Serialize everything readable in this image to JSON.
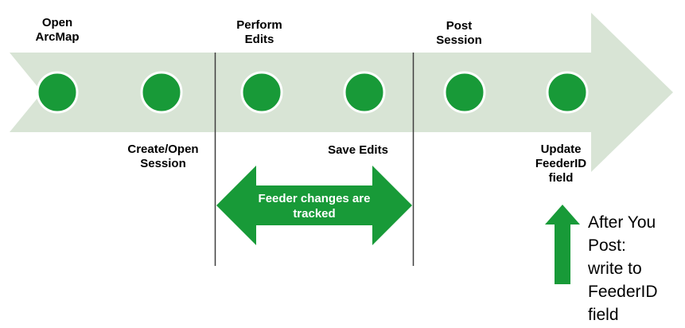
{
  "colors": {
    "band_green": "#d8e4d5",
    "accent_green": "#189a38",
    "divider_line": "#3f3f3f",
    "circle_ring": "#ffffff"
  },
  "timeline": {
    "steps": [
      {
        "id": "open-arcmap",
        "label": "Open\nArcMap",
        "label_position": "above"
      },
      {
        "id": "create-open-session",
        "label": "Create/Open\nSession",
        "label_position": "below"
      },
      {
        "id": "perform-edits",
        "label": "Perform\nEdits",
        "label_position": "above"
      },
      {
        "id": "save-edits",
        "label": "Save Edits",
        "label_position": "below"
      },
      {
        "id": "post-session",
        "label": "Post\nSession",
        "label_position": "above"
      },
      {
        "id": "update-feederid-field",
        "label": "Update\nFeederID\nfield",
        "label_position": "below"
      }
    ]
  },
  "annotations": {
    "tracked_span_label": "Feeder changes are\ntracked",
    "after_post_note": "After You\nPost:\nwrite to\nFeederID\nfield"
  }
}
